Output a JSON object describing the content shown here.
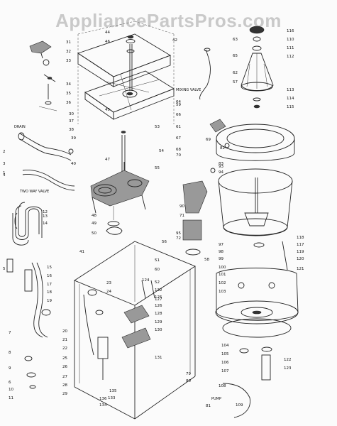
{
  "watermark": "AppliancePartsPros.com",
  "labels": {
    "drain": "DRAIN",
    "two_way_valve": "TWO WAY VALVE",
    "mixing_valve": "MIXING VALVE",
    "pump": "PUMP"
  },
  "callouts": [
    {
      "id": "c31",
      "text": "31"
    },
    {
      "id": "c32",
      "text": "32"
    },
    {
      "id": "c33",
      "text": "33"
    },
    {
      "id": "c34",
      "text": "34"
    },
    {
      "id": "c35",
      "text": "35"
    },
    {
      "id": "c36",
      "text": "36"
    },
    {
      "id": "c37",
      "text": "37"
    },
    {
      "id": "c38",
      "text": "38"
    },
    {
      "id": "c39",
      "text": "39"
    },
    {
      "id": "c40",
      "text": "40"
    },
    {
      "id": "c41",
      "text": "41"
    },
    {
      "id": "c42",
      "text": "42"
    },
    {
      "id": "c44",
      "text": "44"
    },
    {
      "id": "c45",
      "text": "45"
    },
    {
      "id": "c46",
      "text": "46"
    },
    {
      "id": "c47",
      "text": "47"
    },
    {
      "id": "c48",
      "text": "48"
    },
    {
      "id": "c49",
      "text": "49"
    },
    {
      "id": "c50",
      "text": "50"
    },
    {
      "id": "c51",
      "text": "51"
    },
    {
      "id": "c52",
      "text": "52"
    },
    {
      "id": "c53",
      "text": "53"
    },
    {
      "id": "c54",
      "text": "54"
    },
    {
      "id": "c55",
      "text": "55"
    },
    {
      "id": "c56",
      "text": "56"
    },
    {
      "id": "c57",
      "text": "57"
    },
    {
      "id": "c58",
      "text": "58"
    },
    {
      "id": "c59",
      "text": "59"
    },
    {
      "id": "c60",
      "text": "60"
    },
    {
      "id": "c61",
      "text": "61"
    },
    {
      "id": "c62",
      "text": "62"
    },
    {
      "id": "c63",
      "text": "63"
    },
    {
      "id": "c64",
      "text": "64"
    },
    {
      "id": "c65",
      "text": "65"
    },
    {
      "id": "c66",
      "text": "66"
    },
    {
      "id": "c67",
      "text": "67"
    },
    {
      "id": "c68",
      "text": "68"
    },
    {
      "id": "c69",
      "text": "69"
    },
    {
      "id": "c70",
      "text": "70"
    },
    {
      "id": "c71",
      "text": "71"
    },
    {
      "id": "c72",
      "text": "72"
    },
    {
      "id": "c79",
      "text": "79"
    },
    {
      "id": "c80",
      "text": "80"
    },
    {
      "id": "c81",
      "text": "81"
    },
    {
      "id": "c82",
      "text": "82"
    },
    {
      "id": "c83",
      "text": "83"
    },
    {
      "id": "c90",
      "text": "90"
    },
    {
      "id": "c93",
      "text": "93"
    },
    {
      "id": "c94",
      "text": "94"
    },
    {
      "id": "c95",
      "text": "95"
    },
    {
      "id": "c97",
      "text": "97"
    },
    {
      "id": "c98",
      "text": "98"
    },
    {
      "id": "c99",
      "text": "99"
    },
    {
      "id": "c100",
      "text": "100"
    },
    {
      "id": "c101",
      "text": "101"
    },
    {
      "id": "c102",
      "text": "102"
    },
    {
      "id": "c103",
      "text": "103"
    },
    {
      "id": "c104",
      "text": "104"
    },
    {
      "id": "c105",
      "text": "105"
    },
    {
      "id": "c106",
      "text": "106"
    },
    {
      "id": "c107",
      "text": "107"
    },
    {
      "id": "c108",
      "text": "108"
    },
    {
      "id": "c109",
      "text": "109"
    },
    {
      "id": "c110",
      "text": "110"
    },
    {
      "id": "c111",
      "text": "111"
    },
    {
      "id": "c112",
      "text": "112"
    },
    {
      "id": "c113",
      "text": "113"
    },
    {
      "id": "c114",
      "text": "114"
    },
    {
      "id": "c115",
      "text": "115"
    },
    {
      "id": "c116",
      "text": "116"
    },
    {
      "id": "c117",
      "text": "117"
    },
    {
      "id": "c118",
      "text": "118"
    },
    {
      "id": "c119",
      "text": "119"
    },
    {
      "id": "c120",
      "text": "120"
    },
    {
      "id": "c121",
      "text": "121"
    },
    {
      "id": "c122",
      "text": "122"
    },
    {
      "id": "c123",
      "text": "123"
    },
    {
      "id": "c124",
      "text": "124"
    },
    {
      "id": "c125",
      "text": "125"
    },
    {
      "id": "c126",
      "text": "126"
    },
    {
      "id": "c127",
      "text": "127"
    },
    {
      "id": "c128",
      "text": "128"
    },
    {
      "id": "c129",
      "text": "129"
    },
    {
      "id": "c130",
      "text": "130"
    },
    {
      "id": "c131",
      "text": "131"
    },
    {
      "id": "c132",
      "text": "132"
    },
    {
      "id": "c133",
      "text": "133"
    },
    {
      "id": "c134",
      "text": "134"
    },
    {
      "id": "c135",
      "text": "135"
    },
    {
      "id": "c136",
      "text": "136"
    },
    {
      "id": "c1",
      "text": "1"
    },
    {
      "id": "c2",
      "text": "2"
    },
    {
      "id": "c3",
      "text": "3"
    },
    {
      "id": "c4",
      "text": "4"
    },
    {
      "id": "c5",
      "text": "5"
    },
    {
      "id": "c6",
      "text": "6"
    },
    {
      "id": "c7",
      "text": "7"
    },
    {
      "id": "c8",
      "text": "8"
    },
    {
      "id": "c9",
      "text": "9"
    },
    {
      "id": "c10",
      "text": "10"
    },
    {
      "id": "c11",
      "text": "11"
    },
    {
      "id": "c12",
      "text": "12"
    },
    {
      "id": "c13",
      "text": "13"
    },
    {
      "id": "c14",
      "text": "14"
    },
    {
      "id": "c15",
      "text": "15"
    },
    {
      "id": "c16",
      "text": "16"
    },
    {
      "id": "c17",
      "text": "17"
    },
    {
      "id": "c18",
      "text": "18"
    },
    {
      "id": "c19",
      "text": "19"
    },
    {
      "id": "c20",
      "text": "20"
    },
    {
      "id": "c21",
      "text": "21"
    },
    {
      "id": "c22",
      "text": "22"
    },
    {
      "id": "c23",
      "text": "23"
    },
    {
      "id": "c24",
      "text": "24"
    },
    {
      "id": "c25",
      "text": "25"
    },
    {
      "id": "c26",
      "text": "26"
    },
    {
      "id": "c27",
      "text": "27"
    },
    {
      "id": "c28",
      "text": "28"
    },
    {
      "id": "c29",
      "text": "29"
    },
    {
      "id": "c30",
      "text": "30"
    }
  ]
}
